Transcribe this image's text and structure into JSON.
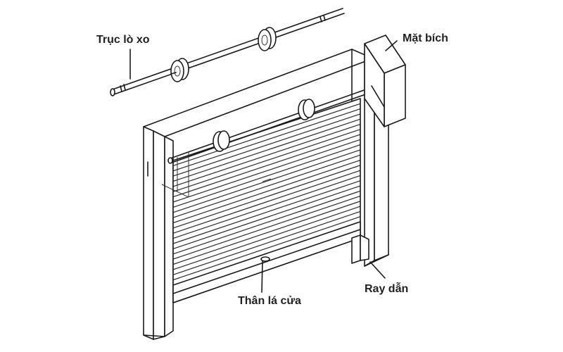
{
  "labels": {
    "spring_shaft": "Trục lò xo",
    "flange": "Mặt bích",
    "door_body": "Thân lá cửa",
    "guide_rail": "Ray dẫn"
  },
  "colors": {
    "line": "#1a1a1a",
    "background": "#ffffff",
    "text": "#222222"
  }
}
